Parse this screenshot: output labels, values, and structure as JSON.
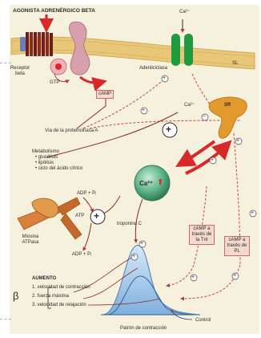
{
  "labels": {
    "title": "AGONISTA ADRENÉRGICO BETA",
    "ca_top": "Ca²⁺",
    "receptor": "Receptor beta",
    "gtp": "GTP",
    "adenylate": "Adenilciclasa",
    "sl": "SL",
    "camp": "cAMP",
    "ca_mid": "Ca²⁺",
    "sr": "SR",
    "protein_kinase": "Vía de la proteincinasa A",
    "metabolism": "Metabolismo",
    "metabolism_items": [
      "• glucólisis",
      "• lipólisis",
      "• ciclo del ácido cítrico"
    ],
    "ca_center": "Ca²⁺",
    "adp_top": "ADP + Pᵢ",
    "atp": "ATP",
    "troponin": "troponina C",
    "myosin": "Miosina ATPasa",
    "adp_bottom": "ADP + Pᵢ",
    "camp_box1": "cAMP a través de la TnI",
    "camp_box2": "cAMP a través de PL",
    "increase": "AUMENTO",
    "increase_items": [
      "1. velocidad de contracción",
      "2. fuerza máxima",
      "3. velocidad de relajación"
    ],
    "beta": "β",
    "control": "Control",
    "contraction": "Patrón de contracción"
  },
  "symbols": {
    "plus": "+",
    "minus": "−",
    "circled_plus": "⊕",
    "arrow_up": "⬆"
  },
  "colors": {
    "background": "#f6f1dd",
    "membrane": "#e8c878",
    "receptor": "#8a2a26",
    "arrow_red": "#d8282a",
    "channel_green": "#1f9a3c",
    "ryanodine": "#e39a2c",
    "ca_sphere": "#5fb48a",
    "myosin": "#d9803a",
    "curve_blue": "#9ec3e6",
    "box_fill": "#f3d9cf"
  }
}
